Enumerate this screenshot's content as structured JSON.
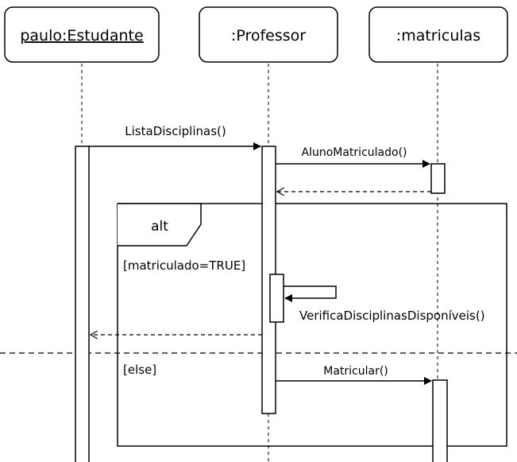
{
  "lifelines": {
    "estudante": {
      "label": "paulo:Estudante"
    },
    "professor": {
      "label": ":Professor"
    },
    "matriculas": {
      "label": ":matriculas"
    }
  },
  "messages": {
    "lista_disciplinas": "ListaDisciplinas()",
    "aluno_matriculado": "AlunoMatriculado()",
    "verifica_disciplinas": "VerificaDisciplinasDisponíveis()",
    "matricular": "Matricular()"
  },
  "fragment": {
    "operator": "alt",
    "guard_true": "[matriculado=TRUE]",
    "guard_else": "[else]"
  },
  "colors": {
    "stroke": "#000000",
    "fill": "#ffffff"
  }
}
